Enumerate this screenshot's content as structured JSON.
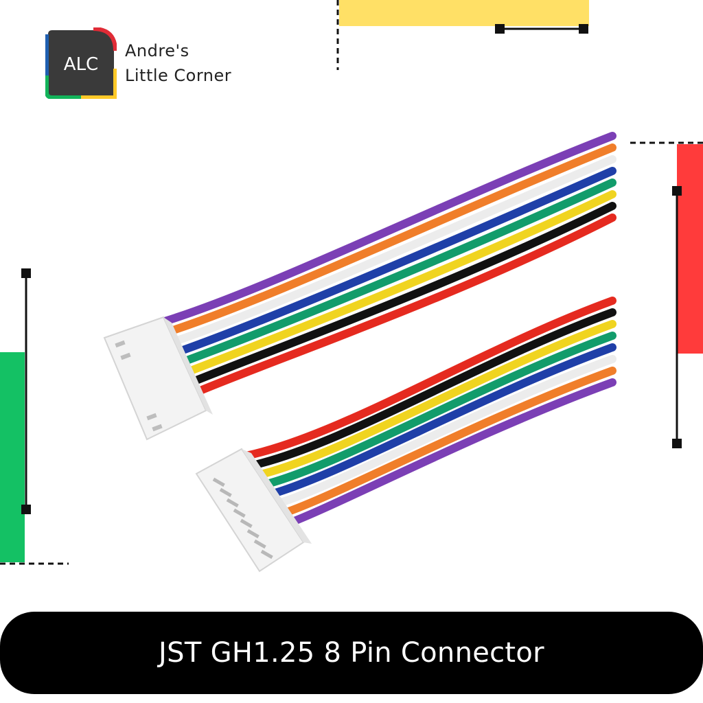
{
  "brand": {
    "monogram": "ALC",
    "name_line1": "Andre's",
    "name_line2": "Little Corner",
    "colors": {
      "badge": "#3a3a3a",
      "red": "#e02b36",
      "yellow": "#ffc928",
      "green": "#12b35a",
      "blue": "#1f5fb0"
    }
  },
  "decorations": {
    "top_bar_color": "#ffe066",
    "right_bar_color": "#ff3b3b",
    "left_bar_color": "#14c164"
  },
  "photo": {
    "subject": "connector-cables",
    "wire_colors": [
      "#7b3fb5",
      "#f07e2a",
      "#f4f4f4",
      "#1f3fa8",
      "#129c6b",
      "#f0d420",
      "#111111",
      "#e52a1f"
    ]
  },
  "caption": {
    "text": "JST GH1.25 8 Pin Connector"
  }
}
